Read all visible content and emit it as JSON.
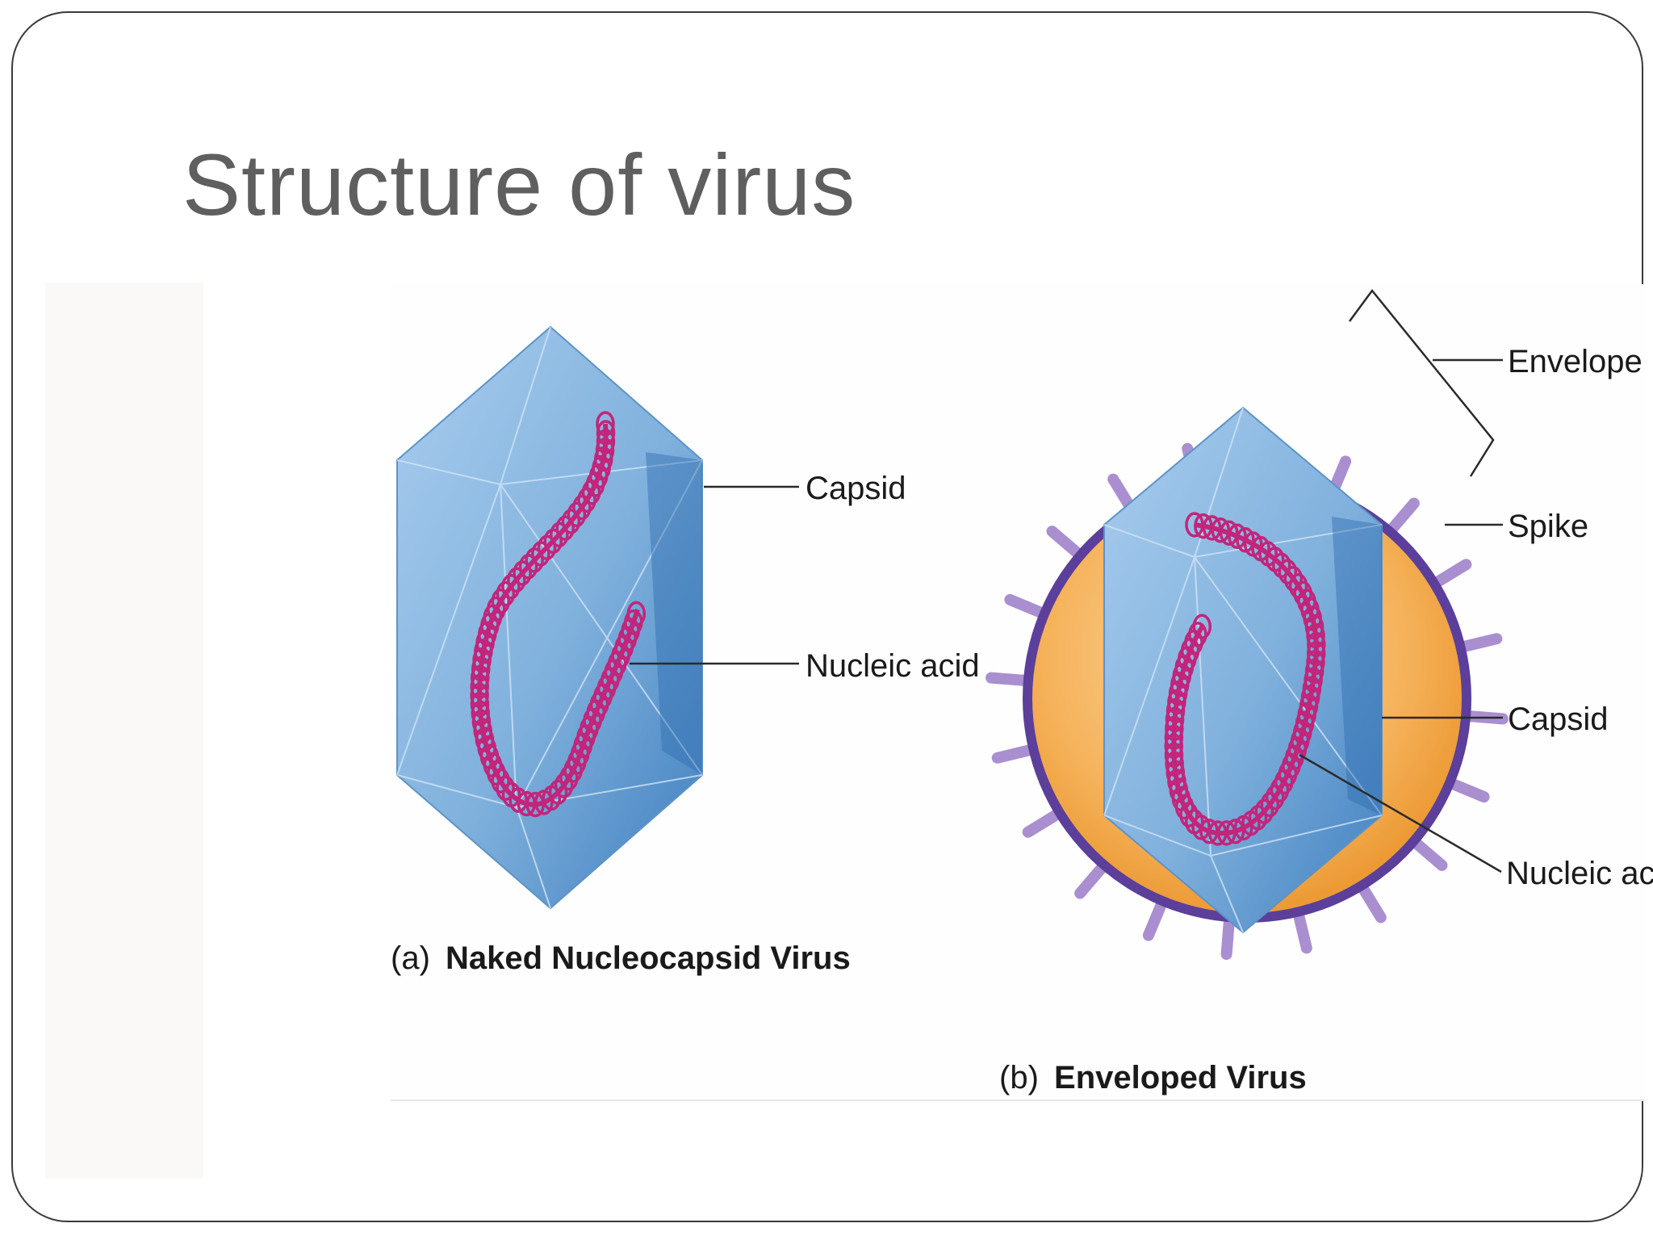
{
  "slide": {
    "title": "Structure of virus"
  },
  "diagram_a": {
    "caption_prefix": "(a)",
    "caption_name": "Naked Nucleocapsid Virus",
    "labels": {
      "capsid": "Capsid",
      "nucleic_acid": "Nucleic acid"
    }
  },
  "diagram_b": {
    "caption_prefix": "(b)",
    "caption_name": "Enveloped Virus",
    "labels": {
      "envelope": "Envelope",
      "spike": "Spike",
      "capsid": "Capsid",
      "nucleic_acid": "Nucleic acid"
    }
  },
  "colors": {
    "capsid": "#7fb0dc",
    "capsid_dark": "#3f7fbf",
    "nucleic_acid": "#c2257a",
    "envelope_outer": "#5b3f9a",
    "envelope_fill": "#f2a94a",
    "spike": "#a98fd0",
    "title": "#5f5f5f"
  }
}
